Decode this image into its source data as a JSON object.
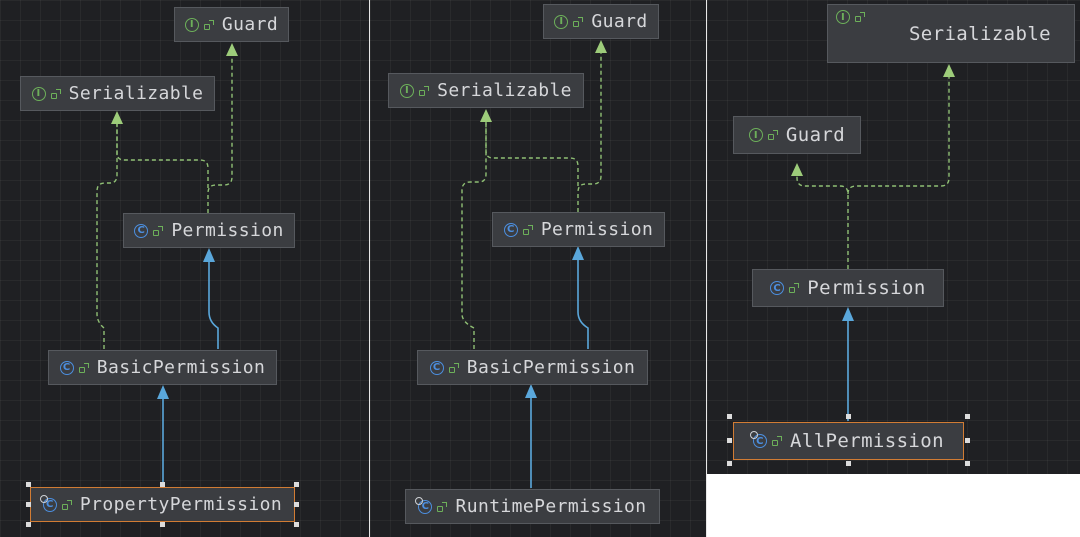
{
  "panels": [
    {
      "nodes": {
        "guard": {
          "label": "Guard",
          "kind": "I"
        },
        "serializable": {
          "label": "Serializable",
          "kind": "I"
        },
        "permission": {
          "label": "Permission",
          "kind": "C"
        },
        "basic": {
          "label": "BasicPermission",
          "kind": "C"
        },
        "selected": {
          "label": "PropertyPermission",
          "kind": "C"
        }
      }
    },
    {
      "nodes": {
        "guard": {
          "label": "Guard",
          "kind": "I"
        },
        "serializable": {
          "label": "Serializable",
          "kind": "I"
        },
        "permission": {
          "label": "Permission",
          "kind": "C"
        },
        "basic": {
          "label": "BasicPermission",
          "kind": "C"
        },
        "leaf": {
          "label": "RuntimePermission",
          "kind": "C"
        }
      }
    },
    {
      "nodes": {
        "serializable": {
          "label": "Serializable",
          "kind": "I"
        },
        "guard": {
          "label": "Guard",
          "kind": "I"
        },
        "permission": {
          "label": "Permission",
          "kind": "C"
        },
        "selected": {
          "label": "AllPermission",
          "kind": "C"
        }
      }
    }
  ],
  "colors": {
    "background": "#1f2023",
    "node": "#3b3d41",
    "implements_edge": "#8fbf74",
    "extends_edge": "#5aa7db",
    "selection": "#d17c34"
  },
  "icons": {
    "interface": "interface-icon",
    "class": "class-icon",
    "final_class": "final-class-icon",
    "public": "public-visibility-icon"
  }
}
